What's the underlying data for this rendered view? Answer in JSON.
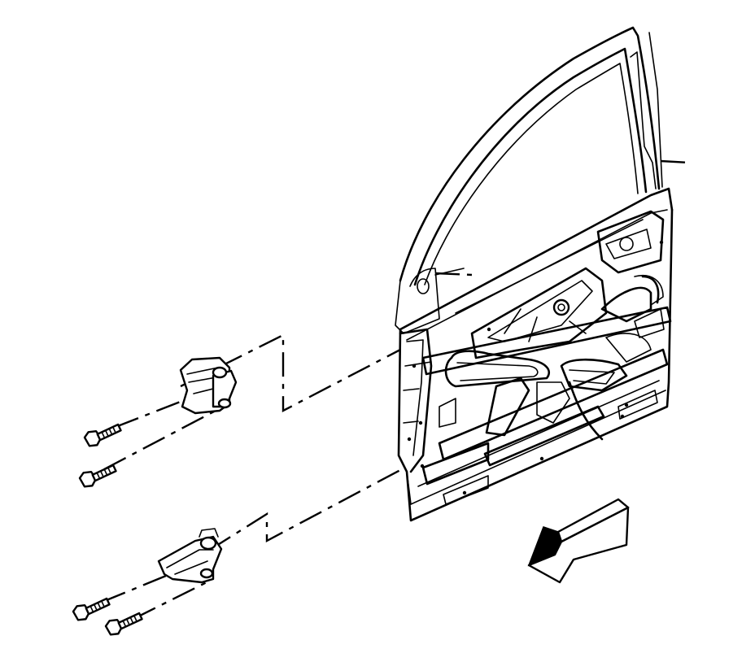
{
  "diagram": {
    "type": "exploded-parts-illustration",
    "line_color": "#000000",
    "background_color": "#ffffff",
    "parts": [
      {
        "name": "front-door-assembly",
        "count": 1
      },
      {
        "name": "upper-door-hinge",
        "count": 1
      },
      {
        "name": "lower-door-hinge",
        "count": 1
      },
      {
        "name": "hinge-bolt",
        "count": 4
      },
      {
        "name": "vehicle-forward-arrow",
        "count": 1
      }
    ],
    "icons": [
      "door-icon",
      "hinge-icon",
      "bolt-icon",
      "direction-arrow-icon"
    ]
  }
}
